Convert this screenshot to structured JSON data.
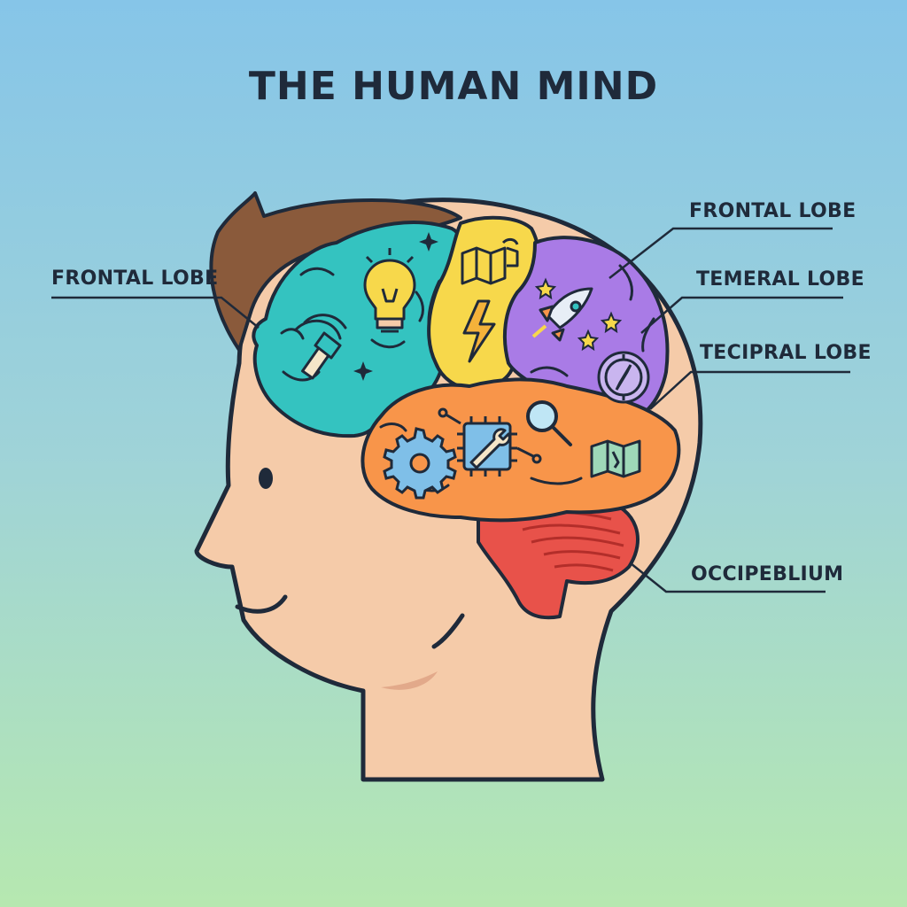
{
  "title": "THE HUMAN MIND",
  "labels": {
    "left_frontal": "FRONTAL LOBE",
    "right_frontal": "FRONTAL LOBE",
    "temeral": "TEMERAL LOBE",
    "tecipral": "TECIPRAL LOBE",
    "occipeblium": "OCCIPEBLIUM"
  },
  "colors": {
    "background_top": "#86c5e8",
    "background_bottom": "#b6e8b0",
    "skin": "#f5cba9",
    "hair": "#8a5a3b",
    "outline": "#1f2a3a",
    "teal_lobe": "#34c3c0",
    "yellow_lobe": "#f7d84b",
    "purple_lobe": "#a97be6",
    "orange_lobe": "#f8954a",
    "red_lobe": "#e8524a"
  },
  "icons": {
    "teal": [
      "lightbulb-icon",
      "paintbrush-icon",
      "sparkle-icon"
    ],
    "yellow": [
      "map-icon",
      "lightning-icon"
    ],
    "purple": [
      "rocket-icon",
      "star-icon",
      "compass-icon"
    ],
    "orange": [
      "gear-icon",
      "microchip-wrench-icon",
      "magnifier-icon",
      "map-icon"
    ]
  }
}
